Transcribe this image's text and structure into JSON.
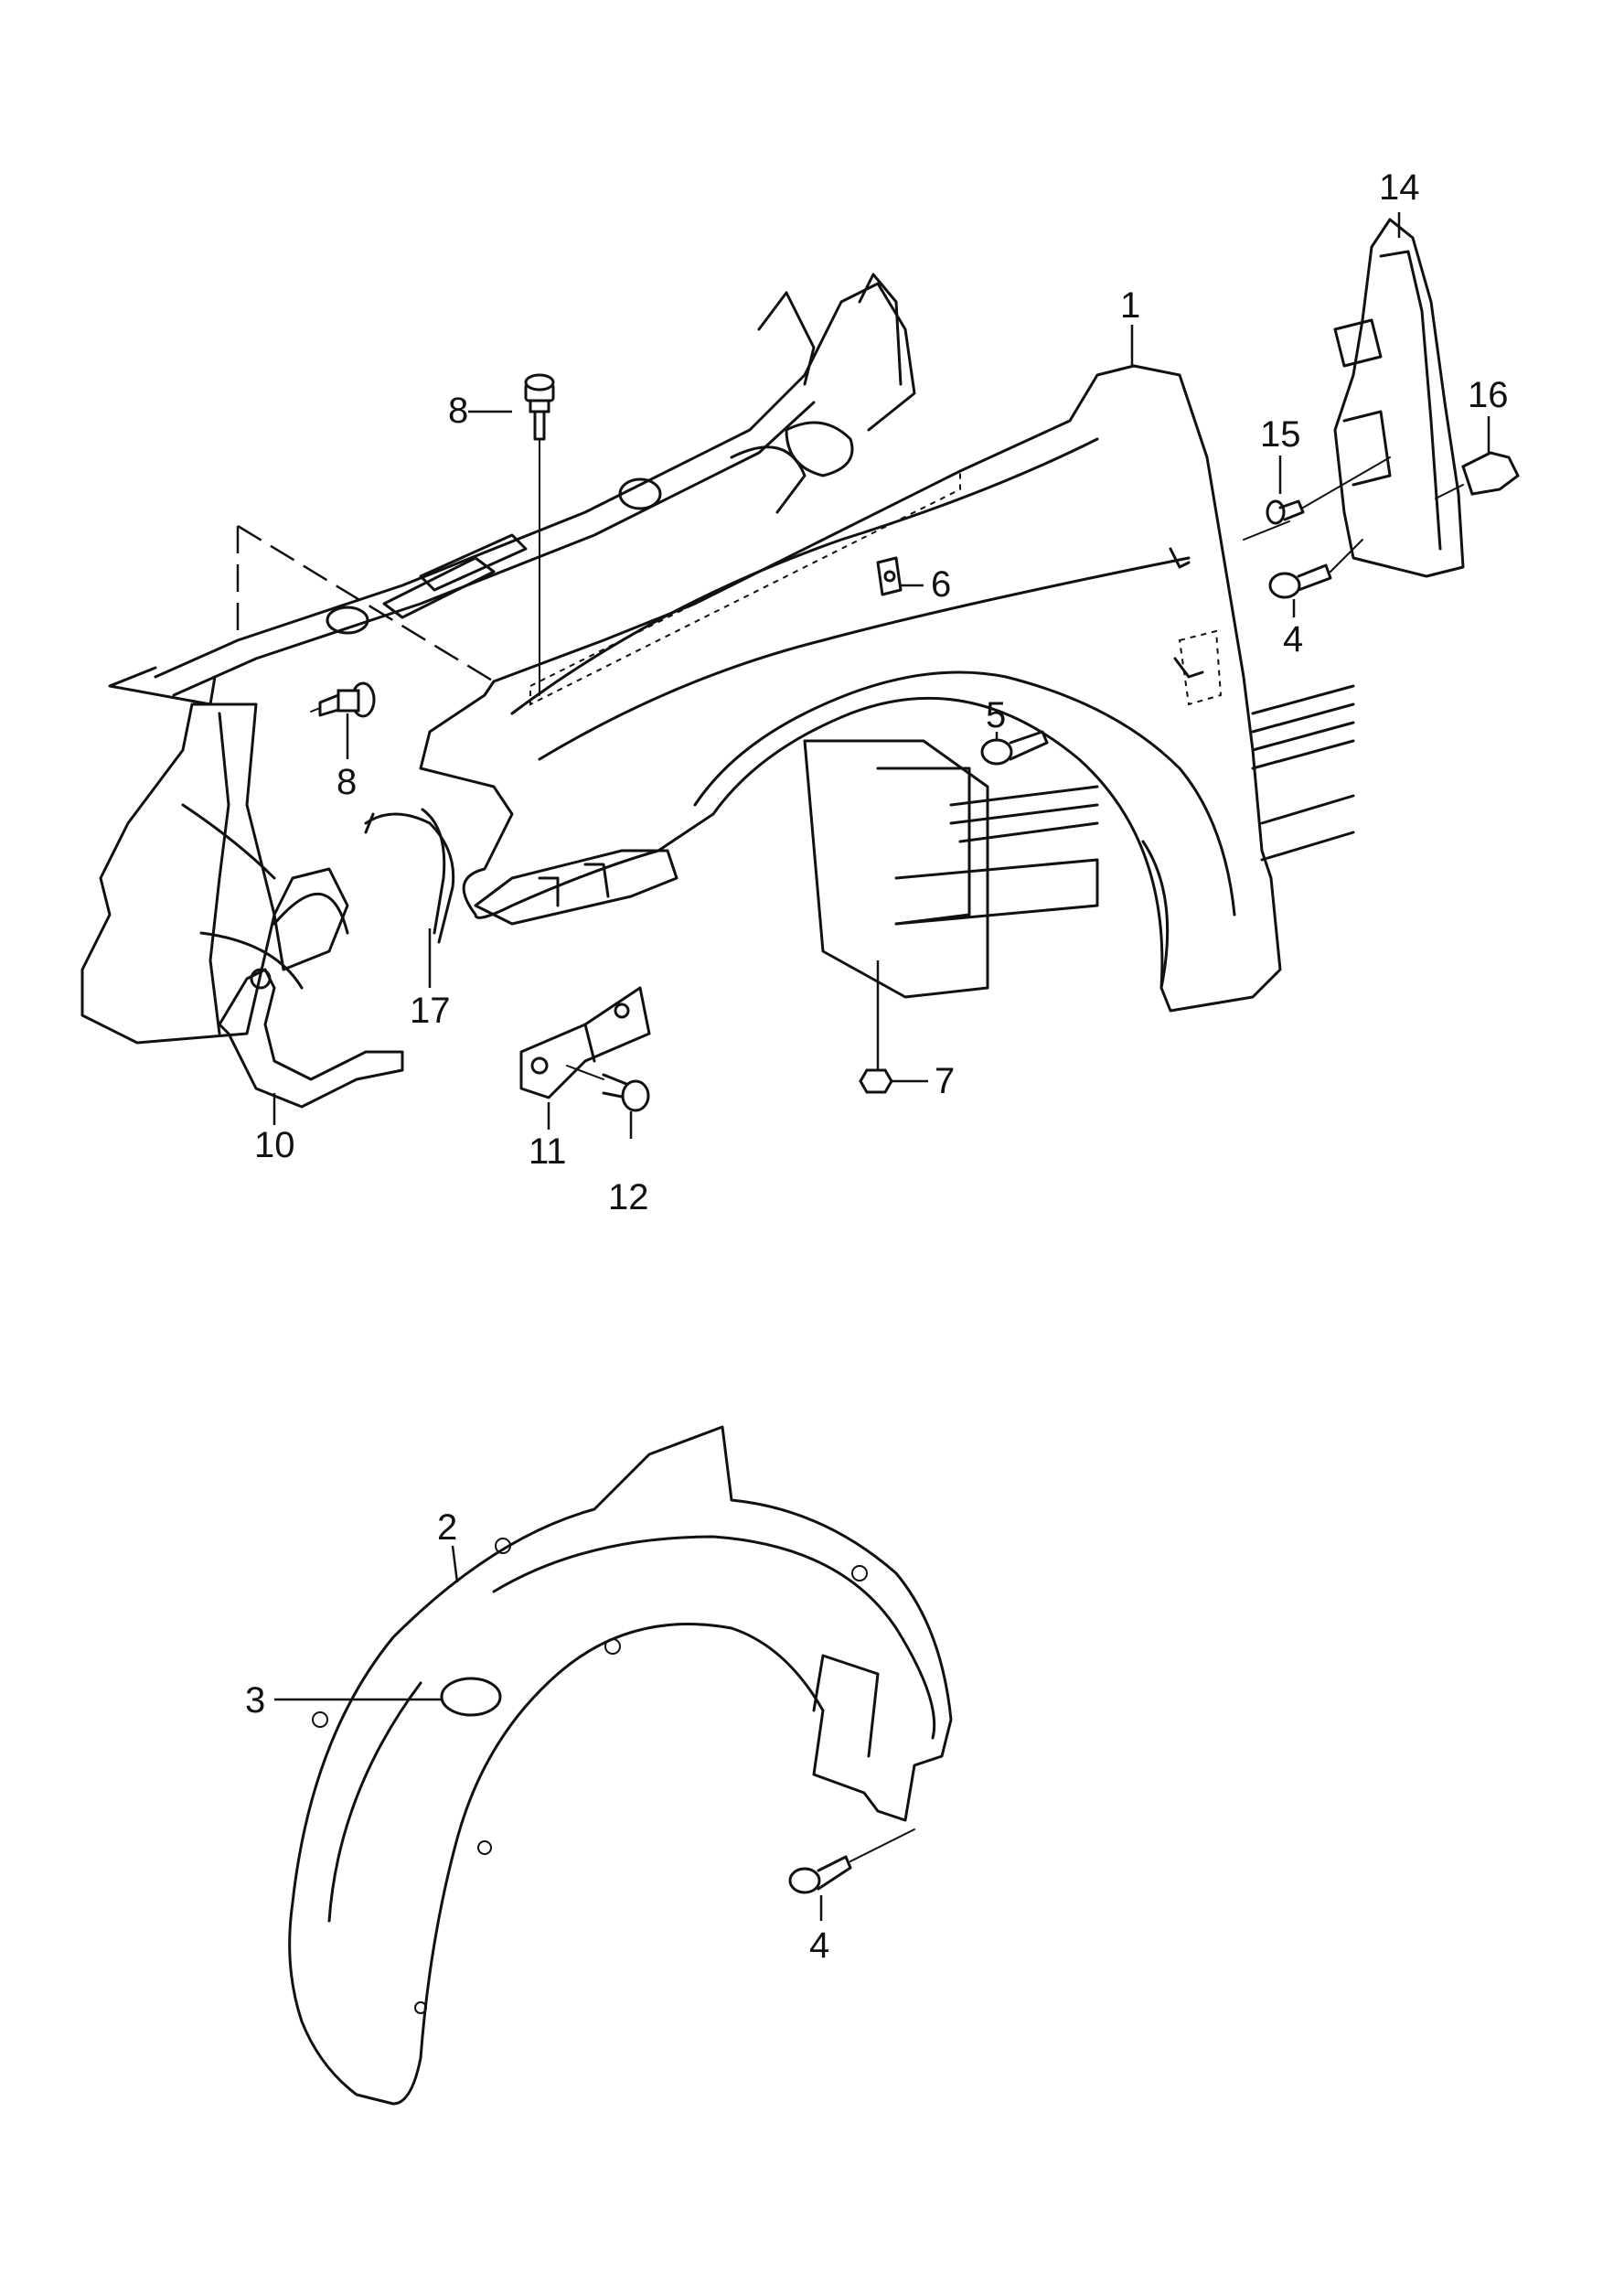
{
  "callouts": {
    "c1": "1",
    "c2": "2",
    "c3": "3",
    "c4a": "4",
    "c4b": "4",
    "c5": "5",
    "c6": "6",
    "c7": "7",
    "c8a": "8",
    "c8b": "8",
    "c10": "10",
    "c11": "11",
    "c12": "12",
    "c14": "14",
    "c15": "15",
    "c16": "16",
    "c17": "17"
  }
}
